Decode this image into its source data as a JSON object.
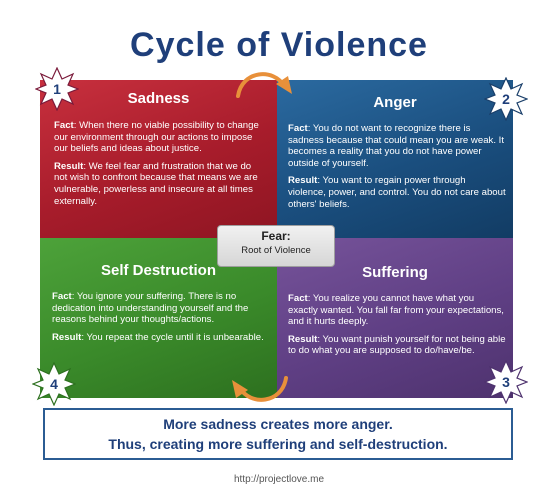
{
  "title": "Cycle of Violence",
  "quadrants": {
    "sadness": {
      "number": "1",
      "heading": "Sadness",
      "fact_label": "Fact",
      "fact_text": ":  When there no viable possibility to change our environment through our actions to impose our beliefs and ideas about justice.",
      "result_label": "Result",
      "result_text": ": We feel fear and frustration that we do not wish to confront because that means we are vulnerable, powerless and insecure at all times externally."
    },
    "anger": {
      "number": "2",
      "heading": "Anger",
      "fact_label": "Fact",
      "fact_text": ":  You do not want to recognize there is sadness because that could mean you are weak. It becomes a reality that you do not have power outside of yourself.",
      "result_label": "Result",
      "result_text": ": You want to regain power through violence, power, and control.  You do not care about others' beliefs."
    },
    "self_destruction": {
      "number": "4",
      "heading": "Self Destruction",
      "fact_label": "Fact",
      "fact_text": ":  You ignore your suffering.  There is no dedication into understanding yourself and the reasons behind your thoughts/actions.",
      "result_label": "Result",
      "result_text": ":  You repeat the cycle until it is unbearable."
    },
    "suffering": {
      "number": "3",
      "heading": "Suffering",
      "fact_label": "Fact",
      "fact_text": ":  You realize you cannot have what you exactly wanted. You fall far from your expectations, and it hurts deeply.",
      "result_label": "Result",
      "result_text": ": You want punish yourself for not being able to do what you are supposed to do/have/be."
    }
  },
  "center": {
    "title": "Fear:",
    "subtitle": "Root of Violence"
  },
  "summary": {
    "line1": "More sadness creates more anger.",
    "line2": "Thus, creating more suffering and self-destruction."
  },
  "footer": "http://projectlove.me",
  "colors": {
    "sadness": "#a71c2b",
    "anger": "#1a4e7e",
    "self_destruction": "#3a8a2a",
    "suffering": "#5f3f84",
    "title": "#1f3f7a",
    "arrow": "#e8903a"
  }
}
